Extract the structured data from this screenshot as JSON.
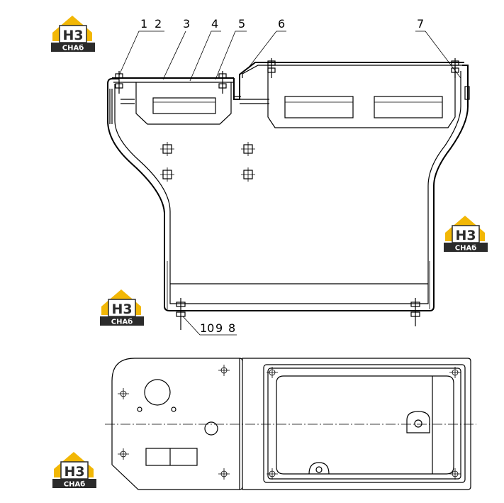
{
  "callouts": {
    "c1": "1",
    "c2": "2",
    "c3": "3",
    "c4": "4",
    "c5": "5",
    "c6": "6",
    "c7": "7",
    "c8": "8",
    "c9": "9",
    "c10": "10"
  },
  "logo": {
    "mark": "H3",
    "caption": "CHAб"
  },
  "colors": {
    "logo_gold": "#f2b705",
    "logo_dark": "#2b2b2b",
    "line": "#000000"
  }
}
